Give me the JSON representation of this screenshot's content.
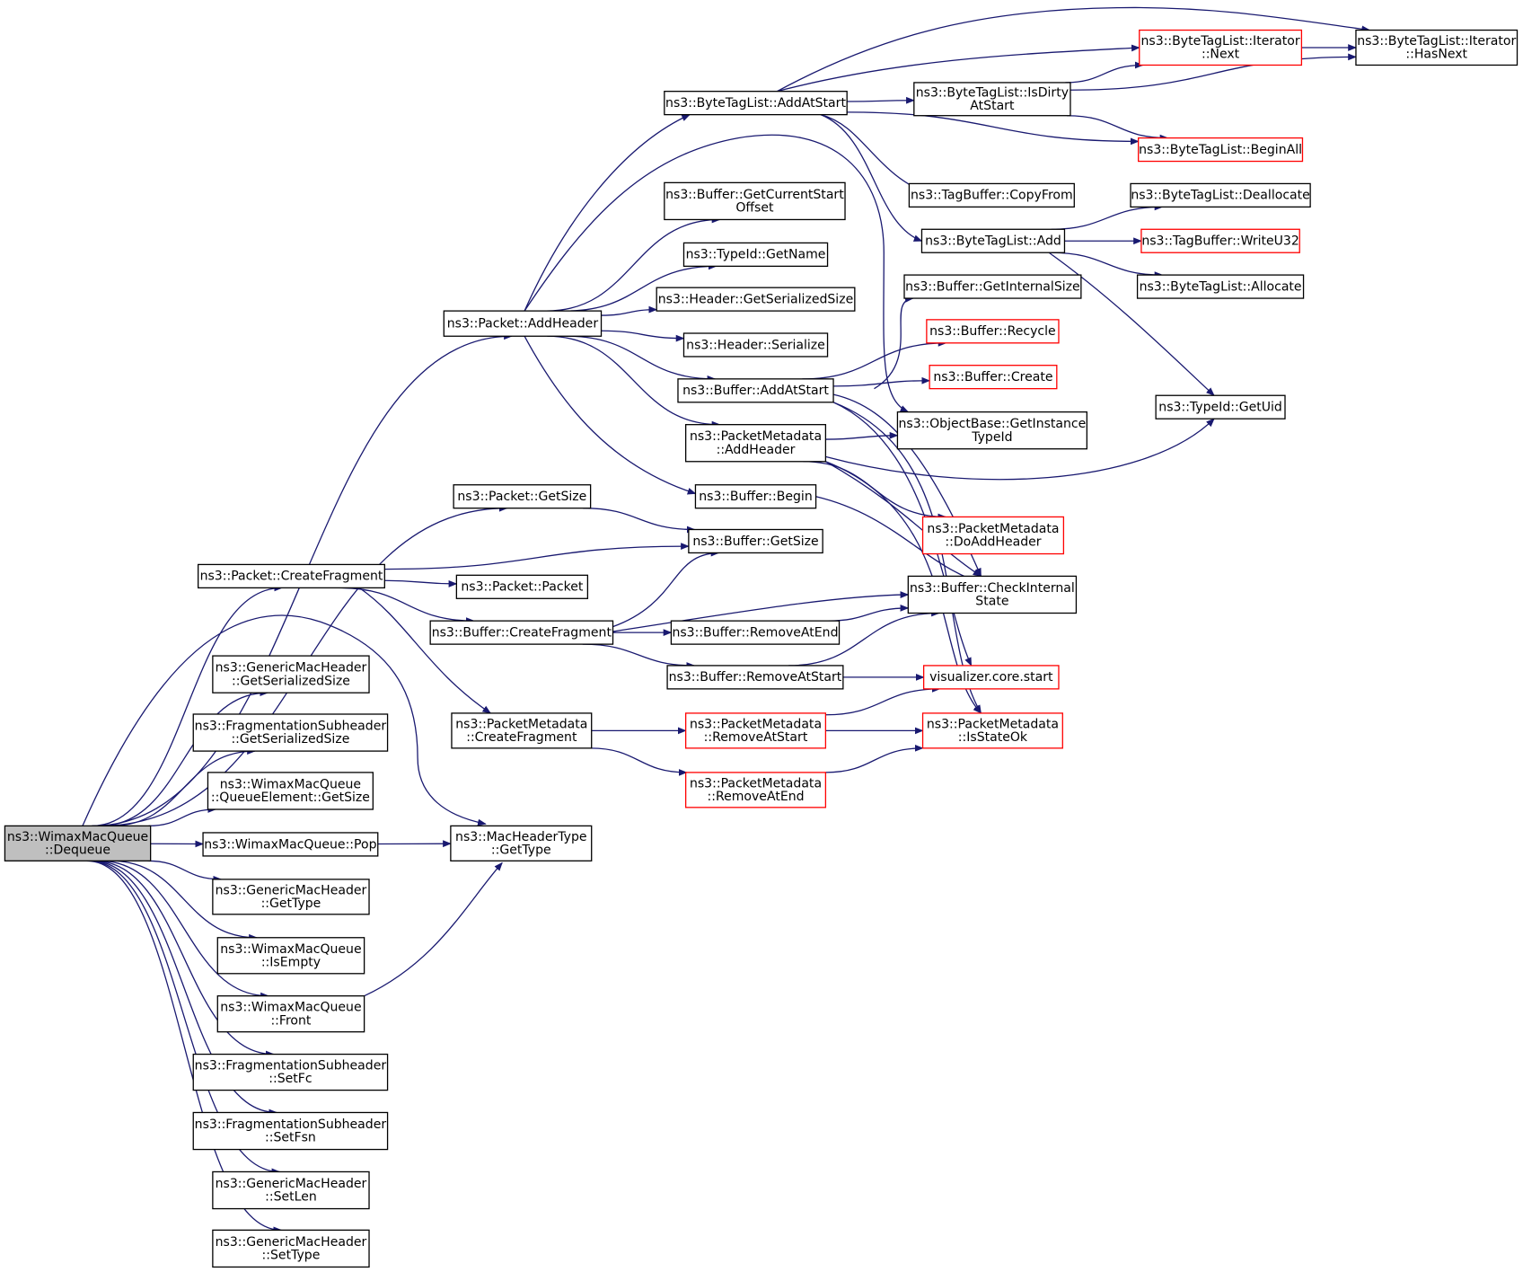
{
  "colors": {
    "edge": "#191970",
    "border": "#000000",
    "incomplete_border": "#ff0000",
    "root_fill": "#bfbfbf"
  },
  "nodes": {
    "root": {
      "lines": [
        "ns3::WimaxMacQueue",
        "::Dequeue"
      ],
      "style": "root"
    },
    "pkt_addheader": {
      "lines": [
        "ns3::Packet::AddHeader"
      ]
    },
    "pkt_getsize": {
      "lines": [
        "ns3::Packet::GetSize"
      ]
    },
    "pkt_createfrag": {
      "lines": [
        "ns3::Packet::CreateFragment"
      ]
    },
    "gmh_getsersize": {
      "lines": [
        "ns3::GenericMacHeader",
        "::GetSerializedSize"
      ]
    },
    "fsh_getsersize": {
      "lines": [
        "ns3::FragmentationSubheader",
        "::GetSerializedSize"
      ]
    },
    "qe_getsize": {
      "lines": [
        "ns3::WimaxMacQueue",
        "::QueueElement::GetSize"
      ]
    },
    "wmq_pop": {
      "lines": [
        "ns3::WimaxMacQueue::Pop"
      ]
    },
    "gmh_gettype": {
      "lines": [
        "ns3::GenericMacHeader",
        "::GetType"
      ]
    },
    "wmq_isempty": {
      "lines": [
        "ns3::WimaxMacQueue",
        "::IsEmpty"
      ]
    },
    "wmq_front": {
      "lines": [
        "ns3::WimaxMacQueue",
        "::Front"
      ]
    },
    "fsh_setfc": {
      "lines": [
        "ns3::FragmentationSubheader",
        "::SetFc"
      ]
    },
    "fsh_setfsn": {
      "lines": [
        "ns3::FragmentationSubheader",
        "::SetFsn"
      ]
    },
    "gmh_setlen": {
      "lines": [
        "ns3::GenericMacHeader",
        "::SetLen"
      ]
    },
    "gmh_settype": {
      "lines": [
        "ns3::GenericMacHeader",
        "::SetType"
      ]
    },
    "mht_gettype": {
      "lines": [
        "ns3::MacHeaderType",
        "::GetType"
      ]
    },
    "btl_addatstart": {
      "lines": [
        "ns3::ByteTagList::AddAtStart"
      ]
    },
    "buf_getcurstart": {
      "lines": [
        "ns3::Buffer::GetCurrentStart",
        "Offset"
      ]
    },
    "typeid_getname": {
      "lines": [
        "ns3::TypeId::GetName"
      ]
    },
    "hdr_getsersize": {
      "lines": [
        "ns3::Header::GetSerializedSize"
      ]
    },
    "hdr_serialize": {
      "lines": [
        "ns3::Header::Serialize"
      ]
    },
    "buf_addatstart": {
      "lines": [
        "ns3::Buffer::AddAtStart"
      ]
    },
    "pm_addheader": {
      "lines": [
        "ns3::PacketMetadata",
        "::AddHeader"
      ]
    },
    "buf_begin": {
      "lines": [
        "ns3::Buffer::Begin"
      ]
    },
    "buf_getsize": {
      "lines": [
        "ns3::Buffer::GetSize"
      ]
    },
    "pkt_packet": {
      "lines": [
        "ns3::Packet::Packet"
      ]
    },
    "buf_createfrag": {
      "lines": [
        "ns3::Buffer::CreateFragment"
      ]
    },
    "pm_createfrag": {
      "lines": [
        "ns3::PacketMetadata",
        "::CreateFragment"
      ]
    },
    "btl_isdirty": {
      "lines": [
        "ns3::ByteTagList::IsDirty",
        "AtStart"
      ]
    },
    "tagbuf_copyfrom": {
      "lines": [
        "ns3::TagBuffer::CopyFrom"
      ]
    },
    "btl_add": {
      "lines": [
        "ns3::ByteTagList::Add"
      ]
    },
    "buf_getinternal": {
      "lines": [
        "ns3::Buffer::GetInternalSize"
      ]
    },
    "buf_recycle": {
      "lines": [
        "ns3::Buffer::Recycle"
      ],
      "style": "red"
    },
    "buf_create": {
      "lines": [
        "ns3::Buffer::Create"
      ],
      "style": "red"
    },
    "ob_getinsttype": {
      "lines": [
        "ns3::ObjectBase::GetInstance",
        "TypeId"
      ]
    },
    "pm_doaddheader": {
      "lines": [
        "ns3::PacketMetadata",
        "::DoAddHeader"
      ],
      "style": "red"
    },
    "buf_checkinternal": {
      "lines": [
        "ns3::Buffer::CheckInternal",
        "State"
      ]
    },
    "buf_removeatend": {
      "lines": [
        "ns3::Buffer::RemoveAtEnd"
      ]
    },
    "buf_removeatstart": {
      "lines": [
        "ns3::Buffer::RemoveAtStart"
      ]
    },
    "viz_start": {
      "lines": [
        "visualizer.core.start"
      ],
      "style": "red"
    },
    "pm_removeatstart": {
      "lines": [
        "ns3::PacketMetadata",
        "::RemoveAtStart"
      ],
      "style": "red"
    },
    "pm_isstateok": {
      "lines": [
        "ns3::PacketMetadata",
        "::IsStateOk"
      ],
      "style": "red"
    },
    "pm_removeatend": {
      "lines": [
        "ns3::PacketMetadata",
        "::RemoveAtEnd"
      ],
      "style": "red"
    },
    "btli_next": {
      "lines": [
        "ns3::ByteTagList::Iterator",
        "::Next"
      ],
      "style": "red"
    },
    "btli_hasnext": {
      "lines": [
        "ns3::ByteTagList::Iterator",
        "::HasNext"
      ]
    },
    "btl_beginall": {
      "lines": [
        "ns3::ByteTagList::BeginAll"
      ],
      "style": "red"
    },
    "btl_dealloc": {
      "lines": [
        "ns3::ByteTagList::Deallocate"
      ]
    },
    "tagbuf_writeu32": {
      "lines": [
        "ns3::TagBuffer::WriteU32"
      ],
      "style": "red"
    },
    "btl_allocate": {
      "lines": [
        "ns3::ByteTagList::Allocate"
      ]
    },
    "typeid_getuid": {
      "lines": [
        "ns3::TypeId::GetUid"
      ]
    }
  }
}
